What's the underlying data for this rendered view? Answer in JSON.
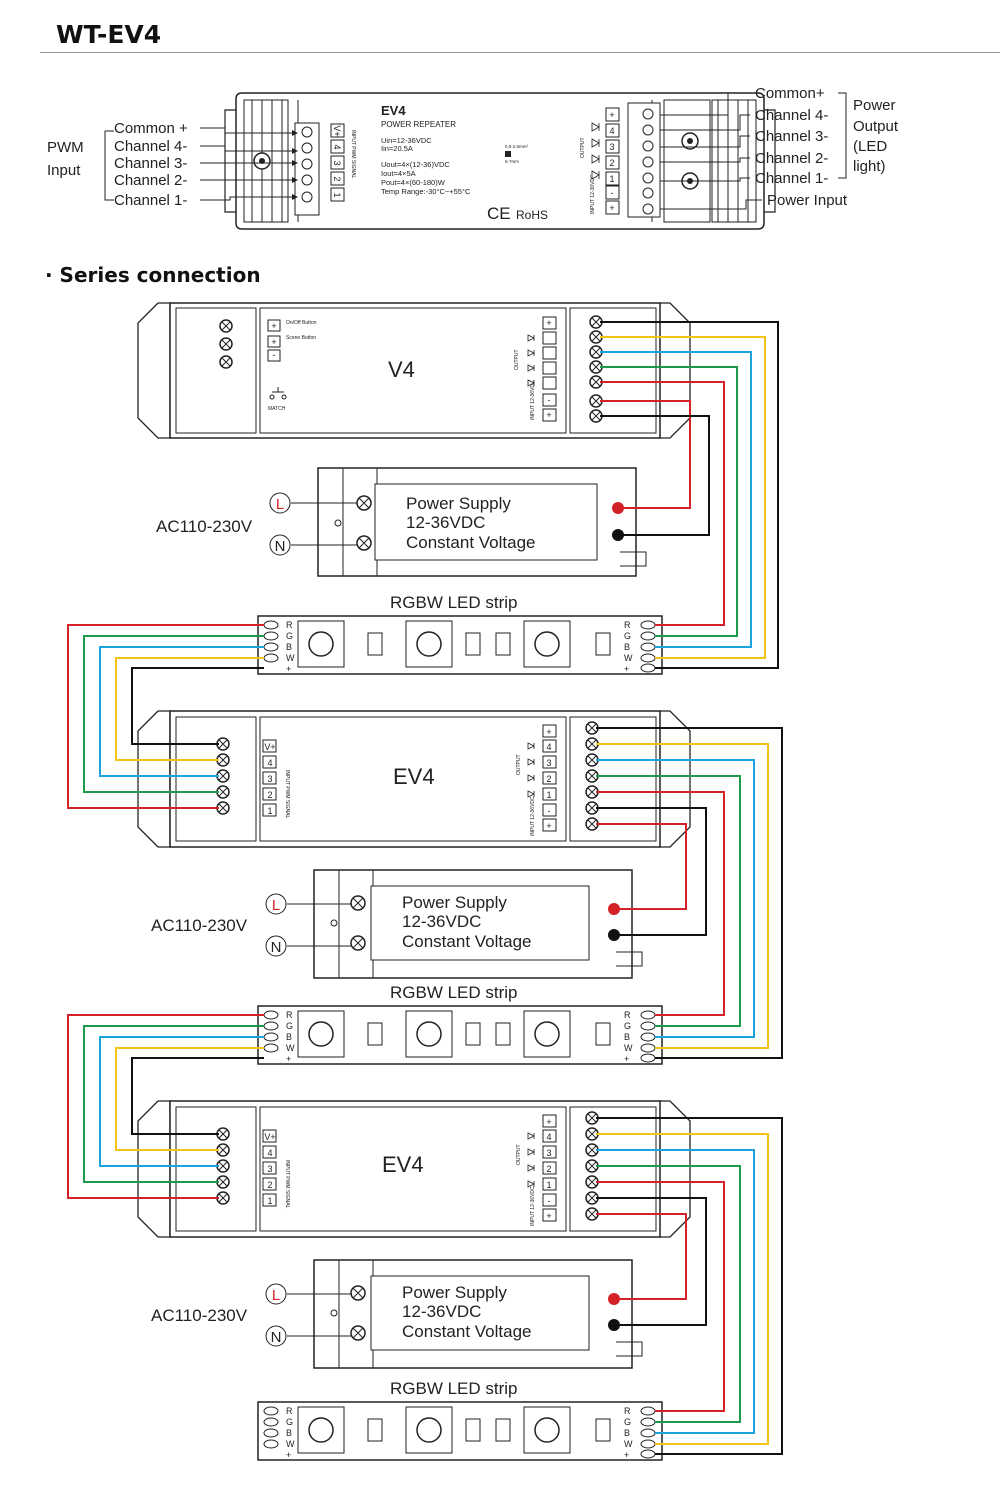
{
  "header": {
    "title": "WT-EV4",
    "section": "· Series connection"
  },
  "top_device": {
    "model": "EV4",
    "subtitle": "POWER REPEATER",
    "spec1": "Uin=12-36VDC",
    "spec2": "Iin=20.5A",
    "spec3": "Uout=4×(12-36)VDC",
    "spec4": "Iout=4×5A",
    "spec5": "Pout=4×(60-180)W",
    "spec6": "Temp Range:-30°C~+55°C",
    "rohs": "RoHS",
    "wire_note1": "0.5-2.5mm²",
    "wire_note2": "6-7mm",
    "input_side_label": "INPUT PWM SIGNAL",
    "output_label": "OUTPUT",
    "power_in_label": "INPUT 12-36VDC",
    "pwm_label_1": "PWM",
    "pwm_label_2": "Input",
    "left_labels": [
      "Common +",
      "Channel 4-",
      "Channel 3-",
      "Channel 2-",
      "Channel 1-"
    ],
    "right_labels": [
      "Common+",
      "Channel 4-",
      "Channel 3-",
      "Channel 2-",
      "Channel 1-"
    ],
    "power_output_label": [
      "Power",
      "Output",
      "(LED",
      "light)"
    ],
    "power_input_label": "Power Input",
    "input_pins": [
      "V+",
      "4",
      "3",
      "2",
      "1"
    ],
    "output_pins": [
      "+",
      "4",
      "3",
      "2",
      "1",
      "-",
      "+"
    ]
  },
  "v4_controller": {
    "name": "V4",
    "onoff_label": "On/Off Button",
    "scene_label": "Scene Button",
    "match_label": "MATCH",
    "output_label": "OUTPUT",
    "input_label": "INPUT 12-36VDC"
  },
  "ev4_label": "EV4",
  "power_supply": {
    "line1": "Power Supply",
    "line2": "12-36VDC",
    "line3": "Constant Voltage"
  },
  "ac_label": "AC110-230V",
  "ac_L": "L",
  "ac_N": "N",
  "strip_label": "RGBW LED strip",
  "strip_pins": [
    "R",
    "G",
    "B",
    "W",
    "+"
  ],
  "wire_colors": {
    "red": "#d42027",
    "green": "#1a9a4a",
    "blue": "#1aa3dd",
    "yellow": "#f3c316",
    "black": "#111111"
  }
}
